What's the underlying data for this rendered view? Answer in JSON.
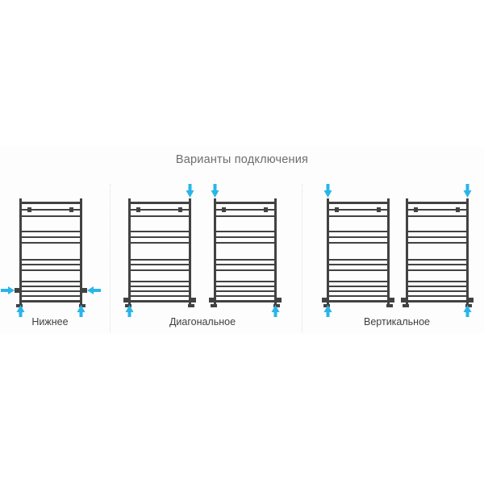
{
  "title": "Варианты подключения",
  "colors": {
    "radiator": "#424242",
    "arrow": "#2ab5e8",
    "title": "#6d6d6d",
    "label": "#3f3f3f",
    "divider": "#e0e0e0"
  },
  "groups": [
    {
      "label": "Нижнее"
    },
    {
      "label": "Диагональное"
    },
    {
      "label": "Вертикальное"
    }
  ],
  "diagrams": [
    {
      "name": "bottom-connection",
      "group": "Нижнее",
      "arrows": [
        "side-left",
        "side-right",
        "up-left",
        "up-right"
      ]
    },
    {
      "name": "diagonal-top-right",
      "group": "Диагональное",
      "arrows": [
        "down-right",
        "up-left"
      ]
    },
    {
      "name": "diagonal-top-left",
      "group": "Диагональное",
      "arrows": [
        "down-left",
        "up-right"
      ]
    },
    {
      "name": "vertical-left",
      "group": "Вертикальное",
      "arrows": [
        "down-left",
        "up-left"
      ]
    },
    {
      "name": "vertical-right",
      "group": "Вертикальное",
      "arrows": [
        "down-right",
        "up-right"
      ]
    }
  ]
}
